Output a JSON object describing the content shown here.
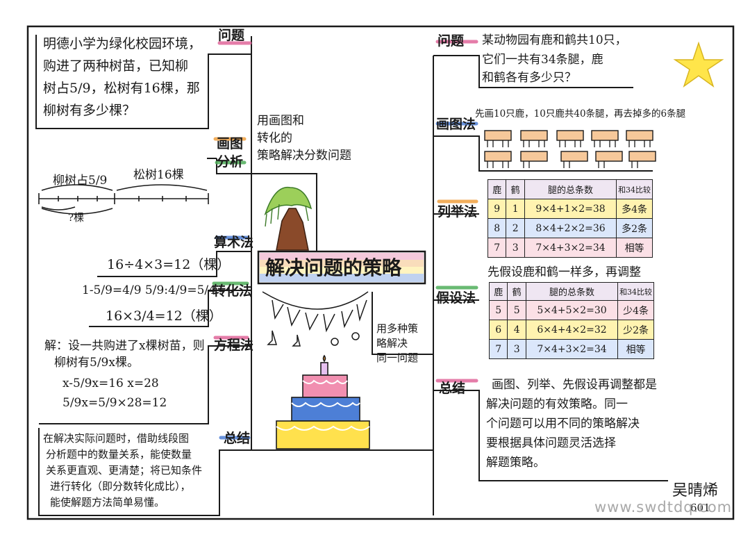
{
  "center": {
    "title": "解决问题的策略",
    "top_note": [
      "用画图和",
      "转化的",
      "策略解决分数问题"
    ],
    "side_note": [
      "用多种策",
      "略解决",
      "同一问题"
    ]
  },
  "left": {
    "problem": {
      "label": "问题",
      "lines": [
        "明德小学为绿化校园环境，",
        "购进了两种树苗，已知柳",
        "树占5/9，松树有16棵，那",
        "柳树有多少棵？"
      ]
    },
    "drawing": {
      "label": [
        "画图",
        "分析"
      ],
      "willow": "柳树占5/9",
      "pine": "松树16棵",
      "unknown": "?棵"
    },
    "arithmetic": {
      "label": "算术法",
      "line": "16÷4×3=12（棵）"
    },
    "conversion": {
      "label": "转化法",
      "line1": "1-5/9=4/9  5/9:4/9=5/4",
      "line2": "16×3/4=12（棵）"
    },
    "equation": {
      "label": "方程法",
      "lines": [
        "解：设一共购进了x棵树苗，则",
        "柳树有5/9x棵。",
        "x-5/9x=16   x=28",
        "5/9x=5/9×28=12"
      ]
    },
    "summary": {
      "label": "总结",
      "lines": [
        "在解决实际问题时，借助线段图",
        "分析题中的数量关系，能使数量",
        "关系更直观、更清楚；将已知条件",
        "进行转化（即分数转化成比），",
        "能使解题方法简单易懂。"
      ]
    }
  },
  "right": {
    "problem": {
      "label": "问题",
      "lines": [
        "某动物园有鹿和鹤共10只，",
        "它们一共有34条腿，鹿",
        "和鹤各有多少只？"
      ]
    },
    "drawing": {
      "label": "画图法",
      "line": "先画10只鹿，10只鹿共40条腿，再去掉多的6条腿"
    },
    "list": {
      "label": "列举法",
      "headers": [
        "鹿",
        "鹤",
        "腿的总条数",
        "和34比较"
      ],
      "rows": [
        [
          "9",
          "1",
          "9×4+1×2=38",
          "多4条"
        ],
        [
          "8",
          "2",
          "8×4+2×2=36",
          "多2条"
        ],
        [
          "7",
          "3",
          "7×4+3×2=34",
          "相等"
        ]
      ]
    },
    "assume": {
      "label": "假设法",
      "intro": "先假设鹿和鹤一样多，再调整",
      "headers": [
        "鹿",
        "鹤",
        "腿的总条数",
        "和34比较"
      ],
      "rows": [
        [
          "5",
          "5",
          "5×4+5×2=30",
          "少4条"
        ],
        [
          "6",
          "4",
          "6×4+4×2=32",
          "少2条"
        ],
        [
          "7",
          "3",
          "7×4+3×2=34",
          "相等"
        ]
      ]
    },
    "summary": {
      "label": "总结",
      "lines": [
        "画图、列举、先假设再调整都是",
        "解决问题的有效策略。同一",
        "个问题可以用不同的策略解决",
        "要根据具体问题灵活选择",
        "解题策略。"
      ]
    }
  },
  "signature": {
    "name": "吴晴烯",
    "number": "601"
  },
  "watermark": "www.swdtdq.com",
  "colors": {
    "ink": "#1a1a1a",
    "pink": "#e0669a",
    "orange": "#f0a040",
    "green": "#4fae5a",
    "blue": "#4d7fd6",
    "yellow": "#ffe14d",
    "star": "#ffe54a"
  }
}
